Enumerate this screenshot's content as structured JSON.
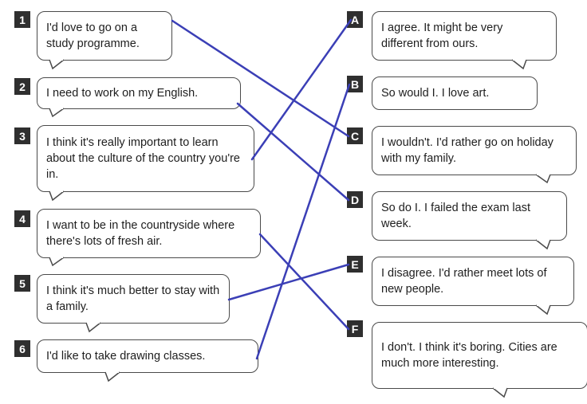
{
  "colors": {
    "line": "#3b3fb6",
    "badge": "#2f2f2f",
    "border": "#4a4a4a"
  },
  "left": [
    {
      "num": "1",
      "text": "I'd love to go on a study programme."
    },
    {
      "num": "2",
      "text": "I need to work on my English."
    },
    {
      "num": "3",
      "text": "I think it's really important to learn about the culture of the country you're in."
    },
    {
      "num": "4",
      "text": "I want to be in the countryside where there's lots of fresh air."
    },
    {
      "num": "5",
      "text": "I think it's much better to stay with a family."
    },
    {
      "num": "6",
      "text": "I'd like to take drawing classes."
    }
  ],
  "right": [
    {
      "letter": "A",
      "text": "I agree. It might be very different from ours."
    },
    {
      "letter": "B",
      "text": "So would I. I love art."
    },
    {
      "letter": "C",
      "text": "I wouldn't. I'd rather go on holiday with my family."
    },
    {
      "letter": "D",
      "text": "So do I. I failed the exam last week."
    },
    {
      "letter": "E",
      "text": "I disagree. I'd rather meet lots of new people."
    },
    {
      "letter": "F",
      "text": "I don't. I think it's boring. Cities are much more interesting."
    }
  ],
  "matches": [
    {
      "from": "1",
      "to": "C"
    },
    {
      "from": "2",
      "to": "D"
    },
    {
      "from": "3",
      "to": "A"
    },
    {
      "from": "4",
      "to": "F"
    },
    {
      "from": "5",
      "to": "E"
    },
    {
      "from": "6",
      "to": "B"
    }
  ]
}
